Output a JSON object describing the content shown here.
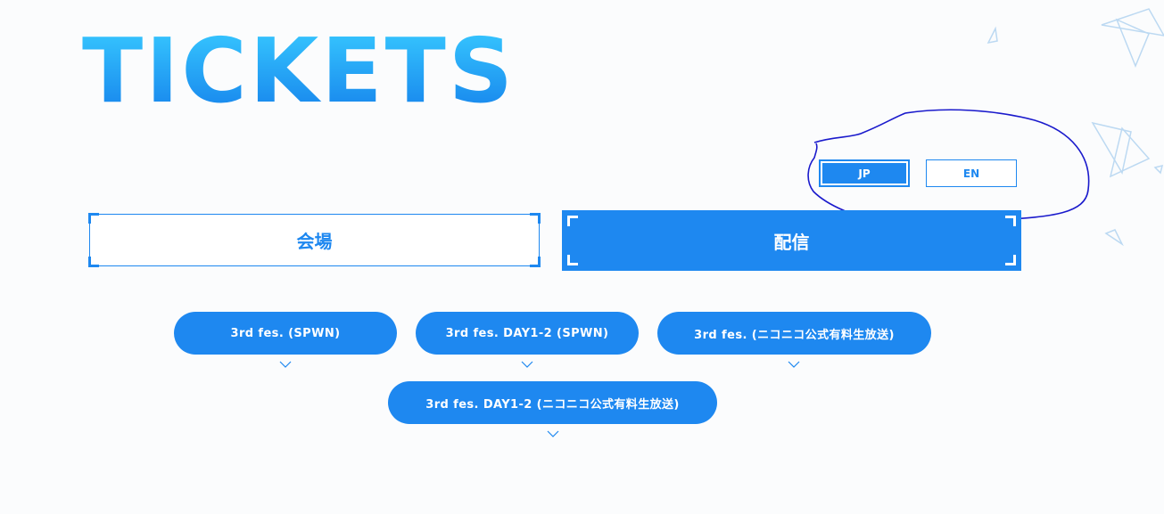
{
  "header": {
    "title": "TICKETS"
  },
  "language_switch": {
    "jp_label": "JP",
    "en_label": "EN",
    "active": "JP"
  },
  "tabs": {
    "venue_label": "会場",
    "stream_label": "配信",
    "active": "配信"
  },
  "tickets": [
    {
      "label": "3rd fes. (SPWN)"
    },
    {
      "label": "3rd fes. DAY1-2 (SPWN)"
    },
    {
      "label": "3rd fes. (ニコニコ公式有料生放送)"
    },
    {
      "label": "3rd fes. DAY1-2 (ニコニコ公式有料生放送)"
    }
  ],
  "icons": {
    "expand": "chevron-down-icon",
    "decor": "triangle-decor-icon"
  },
  "colors": {
    "accent": "#1e88f0",
    "title_gradient_top": "#37c8ff",
    "title_gradient_bottom": "#1683ec",
    "annotation": "#1a1acc",
    "background": "#fbfcfd"
  }
}
